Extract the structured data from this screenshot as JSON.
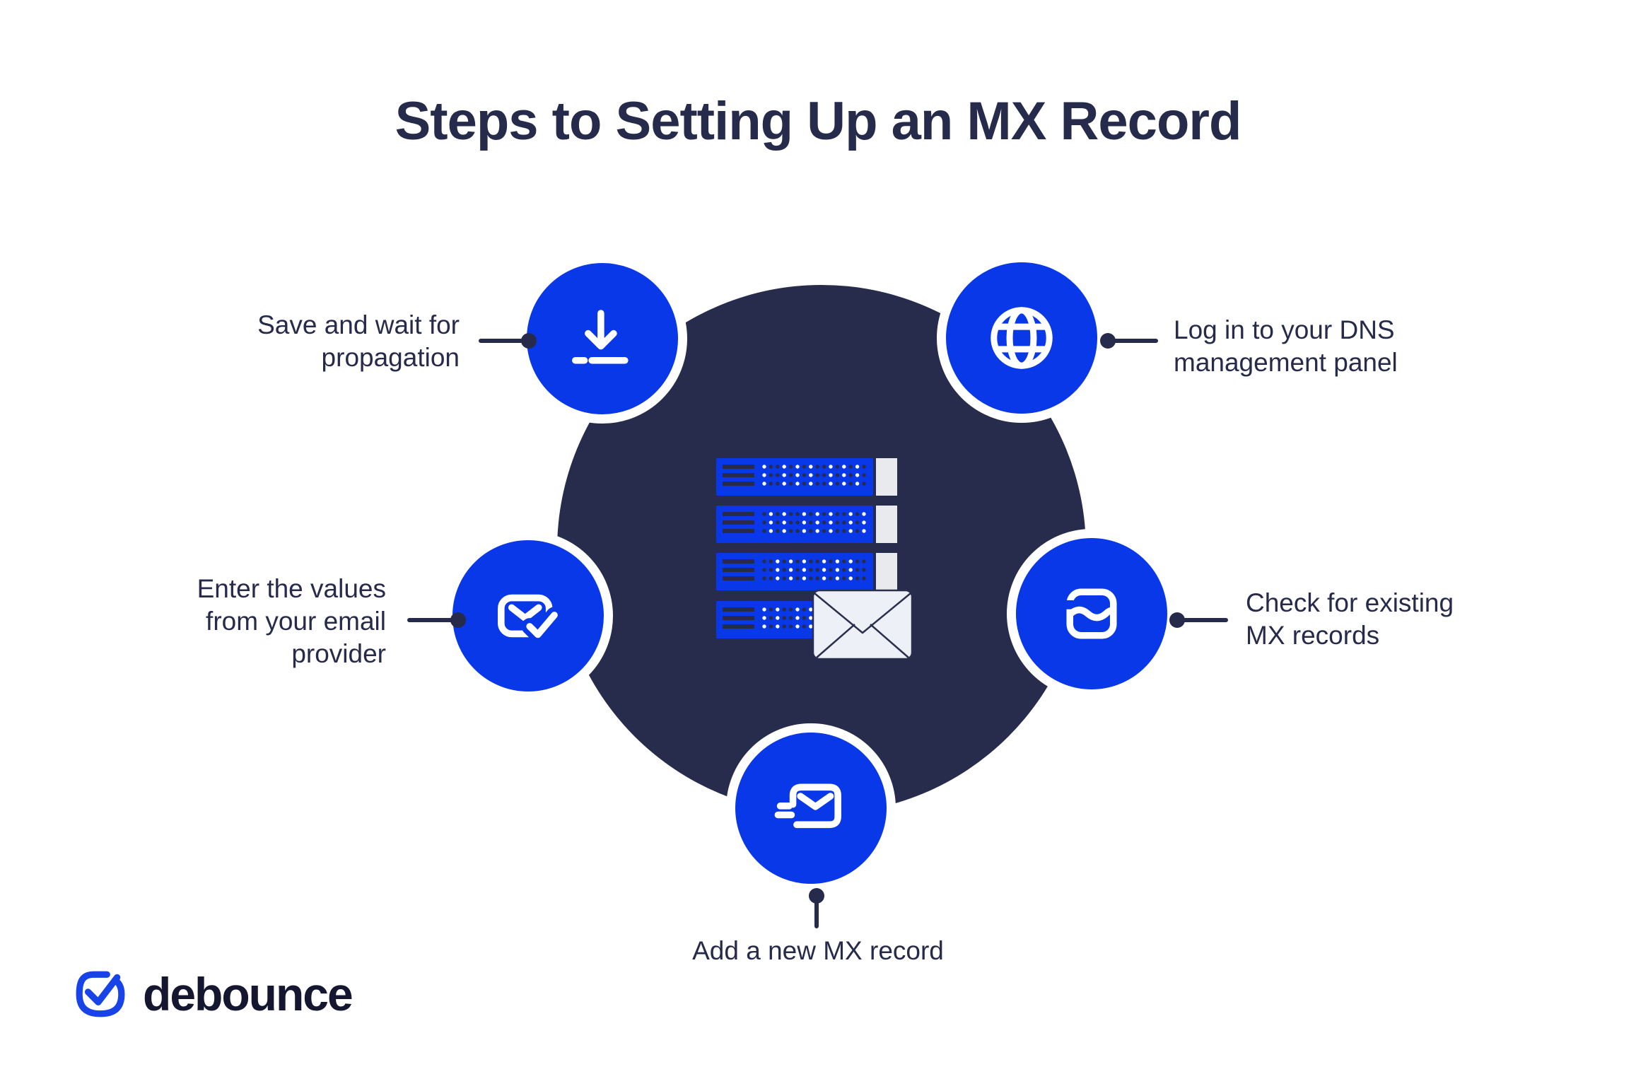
{
  "title": "Steps to Setting Up an MX Record",
  "colors": {
    "accent_blue": "#0838E8",
    "dark_navy": "#272B4B",
    "center_circle": "#282C4C",
    "server_tab_gray": "#E9EAEE",
    "envelope_fill": "#EDF0F7",
    "logo_blue": "#1743E8",
    "logo_text": "#14172F"
  },
  "steps": [
    {
      "id": "save-propagation",
      "icon": "download-icon",
      "lines": [
        "Save and wait for",
        "propagation"
      ]
    },
    {
      "id": "dns-login",
      "icon": "globe-icon",
      "lines": [
        "Log in to your DNS",
        "management panel"
      ]
    },
    {
      "id": "email-values",
      "icon": "mail-check-icon",
      "lines": [
        "Enter the values",
        "from your email",
        "provider"
      ]
    },
    {
      "id": "mx-check",
      "icon": "inbox-icon",
      "lines": [
        "Check for existing",
        "MX records"
      ]
    },
    {
      "id": "add-mx",
      "icon": "send-mail-icon",
      "lines": [
        "Add a new MX record"
      ]
    }
  ],
  "center_illustration": "mail-server-with-envelope",
  "logo": {
    "text": "debounce",
    "icon": "debounce-check-icon"
  }
}
